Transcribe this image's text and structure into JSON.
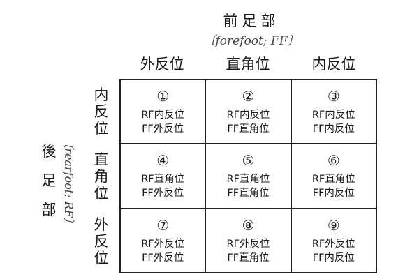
{
  "top_axis": {
    "title": "前足部",
    "subtitle": "〔forefoot; FF〕",
    "columns": [
      "外反位",
      "直角位",
      "内反位"
    ]
  },
  "left_axis": {
    "title_chars": [
      "後",
      "足",
      "部"
    ],
    "subtitle": "〔rearfoot; RF〕",
    "rows": [
      [
        "内",
        "反",
        "位"
      ],
      [
        "直",
        "角",
        "位"
      ],
      [
        "外",
        "反",
        "位"
      ]
    ]
  },
  "cells": [
    {
      "num": "①",
      "rf": "RF内反位",
      "ff": "FF外反位"
    },
    {
      "num": "②",
      "rf": "RF内反位",
      "ff": "FF直角位"
    },
    {
      "num": "③",
      "rf": "RF内反位",
      "ff": "FF内反位"
    },
    {
      "num": "④",
      "rf": "RF直角位",
      "ff": "FF外反位"
    },
    {
      "num": "⑤",
      "rf": "RF直角位",
      "ff": "FF直角位"
    },
    {
      "num": "⑥",
      "rf": "RF直角位",
      "ff": "FF内反位"
    },
    {
      "num": "⑦",
      "rf": "RF外反位",
      "ff": "FF外反位"
    },
    {
      "num": "⑧",
      "rf": "RF外反位",
      "ff": "FF直角位"
    },
    {
      "num": "⑨",
      "rf": "RF外反位",
      "ff": "FF内反位"
    }
  ]
}
